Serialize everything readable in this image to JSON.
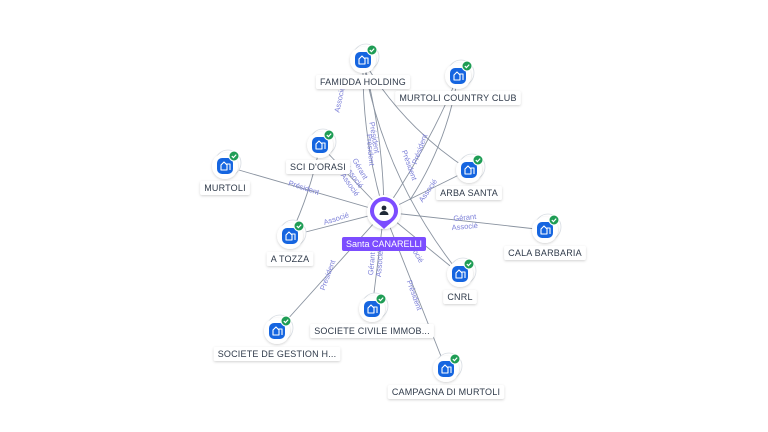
{
  "center": {
    "name": "Santa CANARELLI",
    "icon": "person-icon",
    "color": "#7c4dff"
  },
  "colors": {
    "company": "#1565e0",
    "check": "#1f9d55",
    "edge": "#8a93a0",
    "edge_label": "#7b7fd8"
  },
  "companies": [
    {
      "id": "famidda",
      "name": "FAMIDDA HOLDING"
    },
    {
      "id": "murtoli-cc",
      "name": "MURTOLI COUNTRY CLUB"
    },
    {
      "id": "sci-orasi",
      "name": "SCI D'ORASI"
    },
    {
      "id": "murtoli",
      "name": "MURTOLI"
    },
    {
      "id": "arba-santa",
      "name": "ARBA SANTA"
    },
    {
      "id": "cala-barbaria",
      "name": "CALA BARBARIA"
    },
    {
      "id": "a-tozza",
      "name": "A TOZZA"
    },
    {
      "id": "cnrl",
      "name": "CNRL"
    },
    {
      "id": "societe-civile",
      "name": "SOCIETE CIVILE IMMOB..."
    },
    {
      "id": "societe-gestion",
      "name": "SOCIETE DE GESTION H..."
    },
    {
      "id": "campagna",
      "name": "CAMPAGNA DI MURTOLI"
    }
  ],
  "edge_labels": [
    {
      "text": "Associé"
    },
    {
      "text": "Président"
    },
    {
      "text": "Président"
    },
    {
      "text": "Associé"
    },
    {
      "text": "Gérant"
    },
    {
      "text": "Associé"
    },
    {
      "text": "Président"
    },
    {
      "text": "Président"
    },
    {
      "text": "Associé"
    },
    {
      "text": "Gérant"
    },
    {
      "text": "Associé"
    },
    {
      "text": "Associé"
    },
    {
      "text": "Gérant"
    },
    {
      "text": "Associé"
    },
    {
      "text": "Président"
    },
    {
      "text": "Président"
    },
    {
      "text": "Associé"
    },
    {
      "text": "Président"
    }
  ]
}
